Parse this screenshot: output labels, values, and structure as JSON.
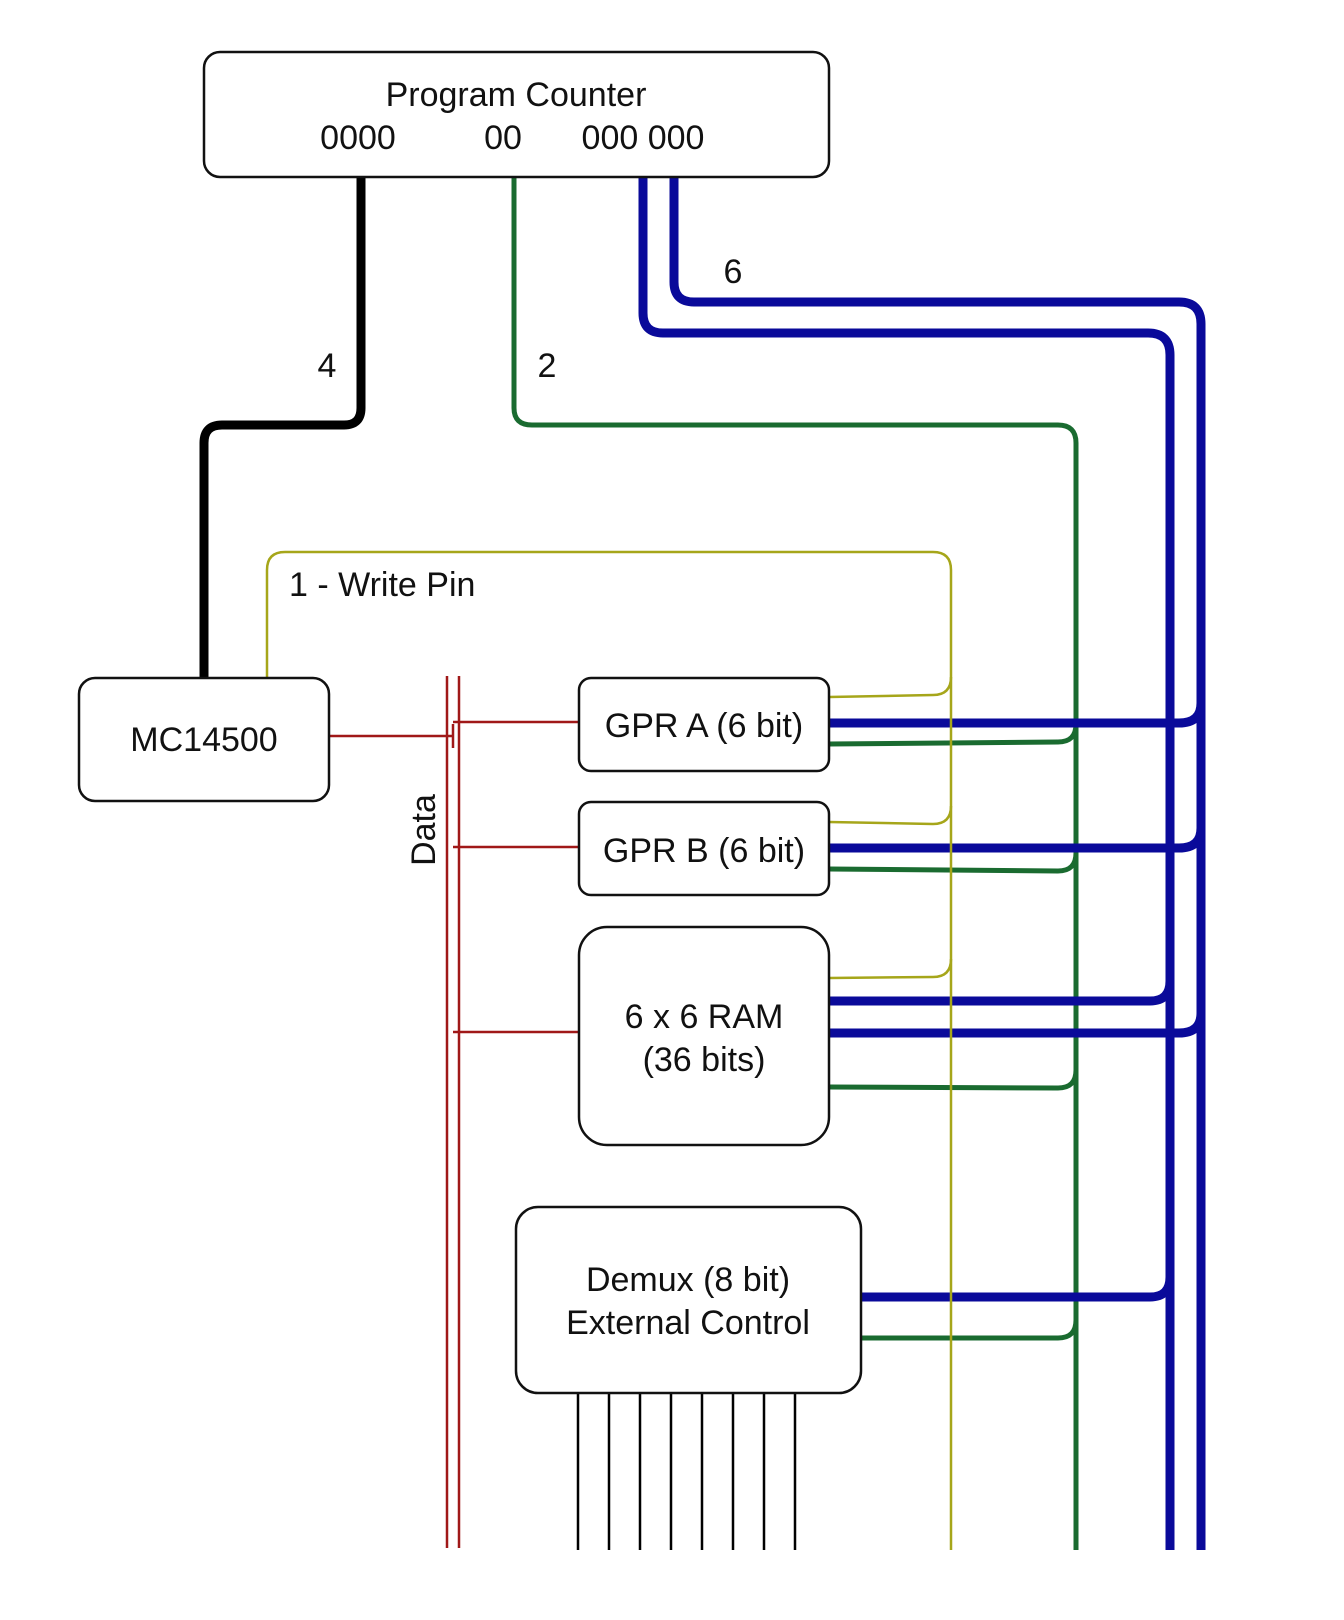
{
  "program_counter": {
    "title": "Program Counter",
    "field_1": "0000",
    "field_2": "00",
    "field_3": "000 000"
  },
  "bus_widths": {
    "black": "4",
    "green": "2",
    "blue": "6"
  },
  "write_pin_label": "1 - Write Pin",
  "data_bus_label": "Data",
  "mc14500": {
    "label": "MC14500"
  },
  "gpr_a": {
    "label": "GPR A (6 bit)"
  },
  "gpr_b": {
    "label": "GPR B (6 bit)"
  },
  "ram": {
    "line1": "6 x 6 RAM",
    "line2": "(36 bits)"
  },
  "demux": {
    "line1": "Demux (8 bit)",
    "line2": "External Control"
  },
  "colors": {
    "address_bus": "#0a0a9a",
    "select_bus": "#1a6b30",
    "write_pin": "#a6a61a",
    "data_bus": "#a01818",
    "opcode_bus": "#000000"
  }
}
